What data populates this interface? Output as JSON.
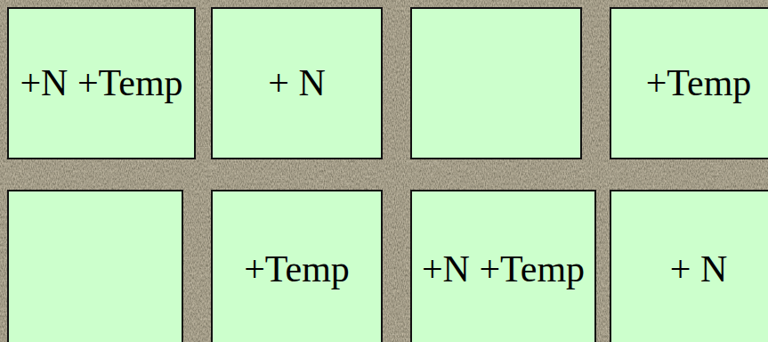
{
  "diagram": {
    "nodes": [
      {
        "text": [
          "+N +Temp"
        ]
      },
      {
        "text": [
          "+ N"
        ]
      },
      {
        "text": [
          "+Temp"
        ]
      },
      {
        "text": [
          "+Temp"
        ]
      },
      {
        "text": [
          "+N +Temp"
        ]
      },
      {
        "text": [
          "+ N"
        ]
      }
    ]
  }
}
